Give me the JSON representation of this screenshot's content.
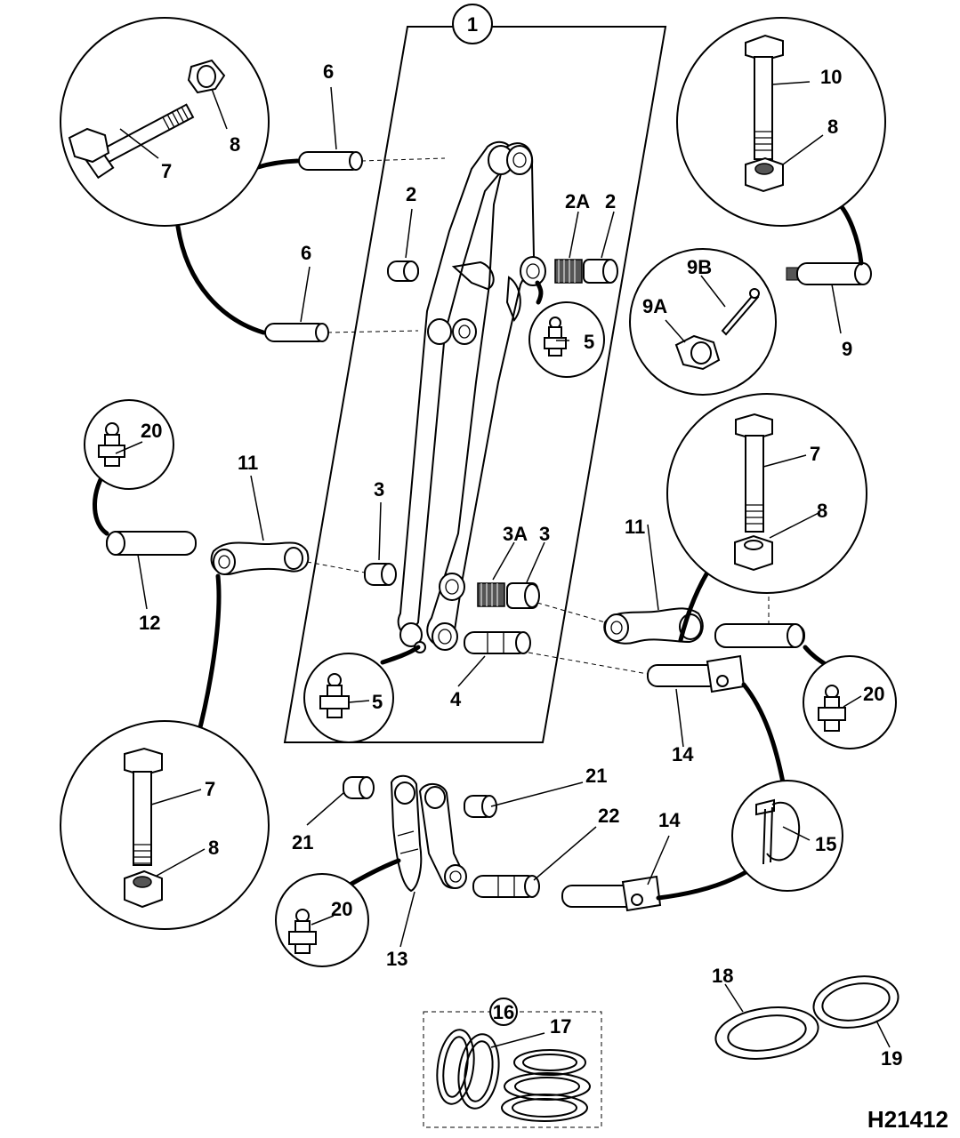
{
  "diagram_code": "H21412",
  "labels": {
    "l1": "1",
    "l2a": "2",
    "l2b": "2",
    "l2A": "2A",
    "l3a": "3",
    "l3b": "3",
    "l3A": "3A",
    "l4": "4",
    "l5a": "5",
    "l5b": "5",
    "l6a": "6",
    "l6b": "6",
    "l7a": "7",
    "l7b": "7",
    "l7c": "7",
    "l8a": "8",
    "l8b": "8",
    "l8c": "8",
    "l8d": "8",
    "l9": "9",
    "l9A": "9A",
    "l9B": "9B",
    "l10": "10",
    "l11a": "11",
    "l11b": "11",
    "l12": "12",
    "l13": "13",
    "l14a": "14",
    "l14b": "14",
    "l15": "15",
    "l16": "16",
    "l17": "17",
    "l18": "18",
    "l19": "19",
    "l20a": "20",
    "l20b": "20",
    "l20c": "20",
    "l21a": "21",
    "l21b": "21",
    "l22": "22"
  }
}
